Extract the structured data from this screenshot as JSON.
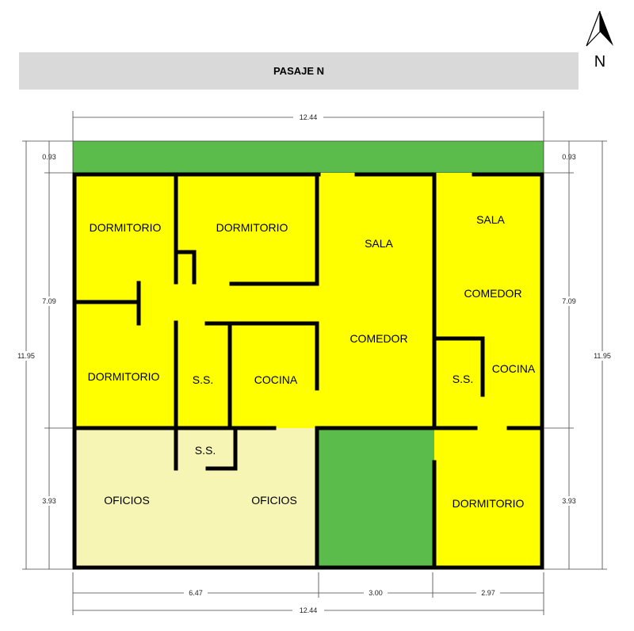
{
  "header": {
    "street_label": "PASAJE N"
  },
  "north_arrow": {
    "label": "N"
  },
  "colors": {
    "built": "#ffff00",
    "office": "#f7f5b4",
    "garden": "#5bbb4b",
    "header": "#d9d9d9",
    "wall": "#000000"
  },
  "rooms": {
    "dorm_1": "DORMITORIO",
    "dorm_2": "DORMITORIO",
    "dorm_3": "DORMITORIO",
    "sala_1": "SALA",
    "comedor_1": "COMEDOR",
    "ss_1": "S.S.",
    "cocina_1": "COCINA",
    "sala_2": "SALA",
    "comedor_2": "COMEDOR",
    "ss_2": "S.S.",
    "cocina_2": "COCINA",
    "ss_3": "S.S.",
    "oficios_1": "OFICIOS",
    "oficios_2": "OFICIOS",
    "dorm_4": "DORMITORIO"
  },
  "dimensions": {
    "top_total": "12.44",
    "bottom_total": "12.44",
    "bottom_seg_1": "6.47",
    "bottom_seg_2": "3.00",
    "bottom_seg_3": "2.97",
    "left_total": "11.95",
    "right_total": "11.95",
    "left_front": "0.93",
    "left_mid": "7.09",
    "left_back": "3.93",
    "right_front": "0.93",
    "right_mid": "7.09",
    "right_back": "3.93"
  }
}
